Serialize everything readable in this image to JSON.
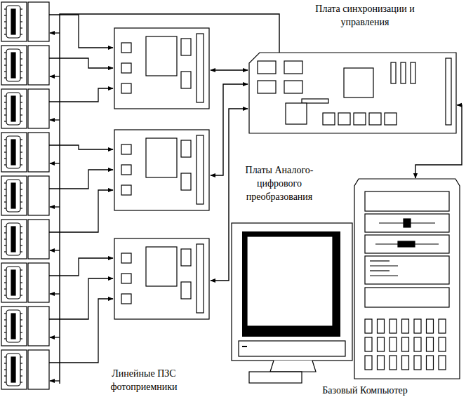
{
  "diagram": {
    "nodes": [
      {
        "text": [
          "Плата синхронизации и управления"
        ]
      },
      {
        "text": [
          "Базовый Компьютер"
        ]
      }
    ],
    "edges": [
      {
        "from": 0,
        "to": 1,
        "arrow": "both"
      }
    ],
    "labels": [
      "Платы Аналого-цифрового преобразования",
      "Линейные ПЗС фотоприемники"
    ]
  }
}
